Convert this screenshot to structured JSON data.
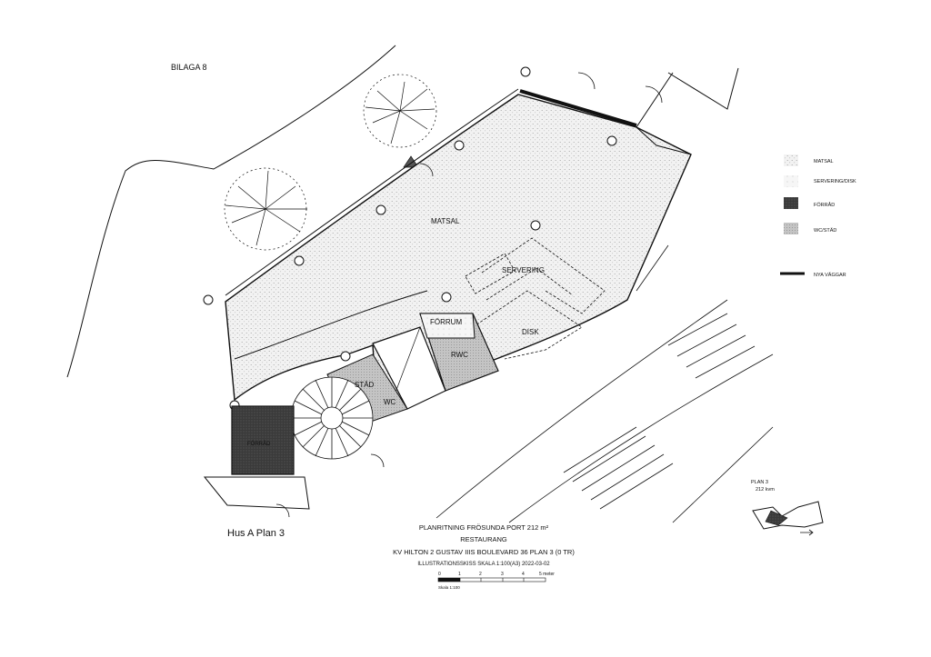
{
  "sheet": {
    "appendix": "BILAGA 8",
    "building_plan": "Hus A Plan 3"
  },
  "rooms": {
    "matsal": "MATSAL",
    "servering": "SERVERING",
    "forrum": "FÖRRUM",
    "disk": "DISK",
    "rwc": "RWC",
    "stad": "STÄD",
    "wc": "WC",
    "forrad": "FÖRRÅD"
  },
  "legend": [
    {
      "label": "MATSAL",
      "swatch": "dots"
    },
    {
      "label": "SERVERING/DISK",
      "swatch": "light-dots"
    },
    {
      "label": "FÖRRÅD",
      "swatch": "dark"
    },
    {
      "label": "WC/STÄD",
      "swatch": "grey"
    },
    {
      "label": "NYA VÄGGAR",
      "swatch": "line"
    }
  ],
  "keyplan": {
    "plan": "PLAN 3",
    "area": "212 kvm"
  },
  "title_block": {
    "line1": "PLANRITNING FRÖSUNDA PORT  212 m²",
    "line2": "RESTAURANG",
    "line3": "KV HILTON 2  GUSTAV IIIS BOULEVARD 36  PLAN 3 (0 TR)",
    "line4": "ILLUSTRATIONSSKISS SKALA 1:100(A3)  2022-03-02",
    "scale_ticks": [
      "0",
      "1",
      "2",
      "3",
      "4",
      "5 meter"
    ],
    "scale_caption": "Skala 1:100"
  },
  "colors": {
    "ink": "#111111",
    "floor_dots": "#cfcfcf",
    "storage": "#3a3a3a",
    "wc_grey": "#b9b9b9"
  }
}
